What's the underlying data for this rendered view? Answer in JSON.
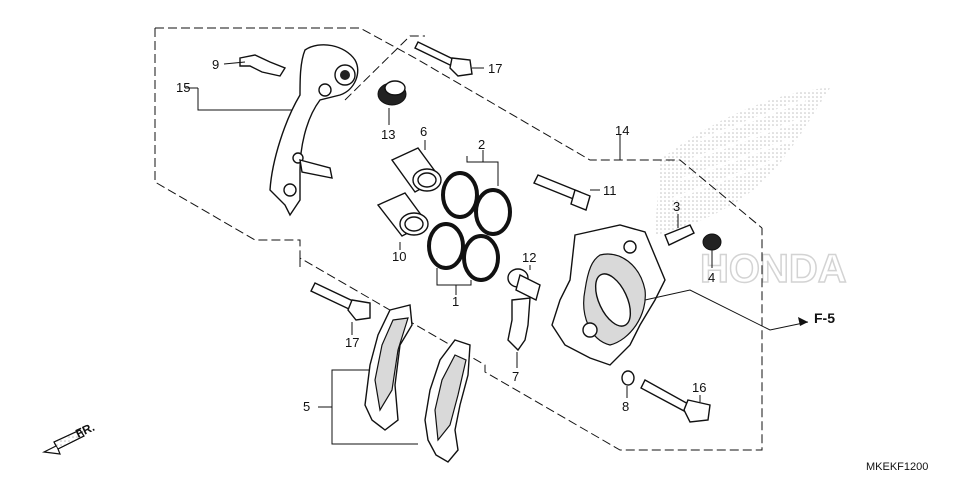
{
  "diagram": {
    "code": "MKEKF1200",
    "ref_label": "F-5",
    "direction_label": "FR.",
    "brand_lettering": "HONDA",
    "callouts": {
      "c1": "1",
      "c2": "2",
      "c3": "3",
      "c4": "4",
      "c5": "5",
      "c6": "6",
      "c7": "7",
      "c8": "8",
      "c9": "9",
      "c10": "10",
      "c11": "11",
      "c12": "12",
      "c13": "13",
      "c14": "14",
      "c15": "15",
      "c16": "16",
      "c17a": "17",
      "c17b": "17"
    }
  }
}
